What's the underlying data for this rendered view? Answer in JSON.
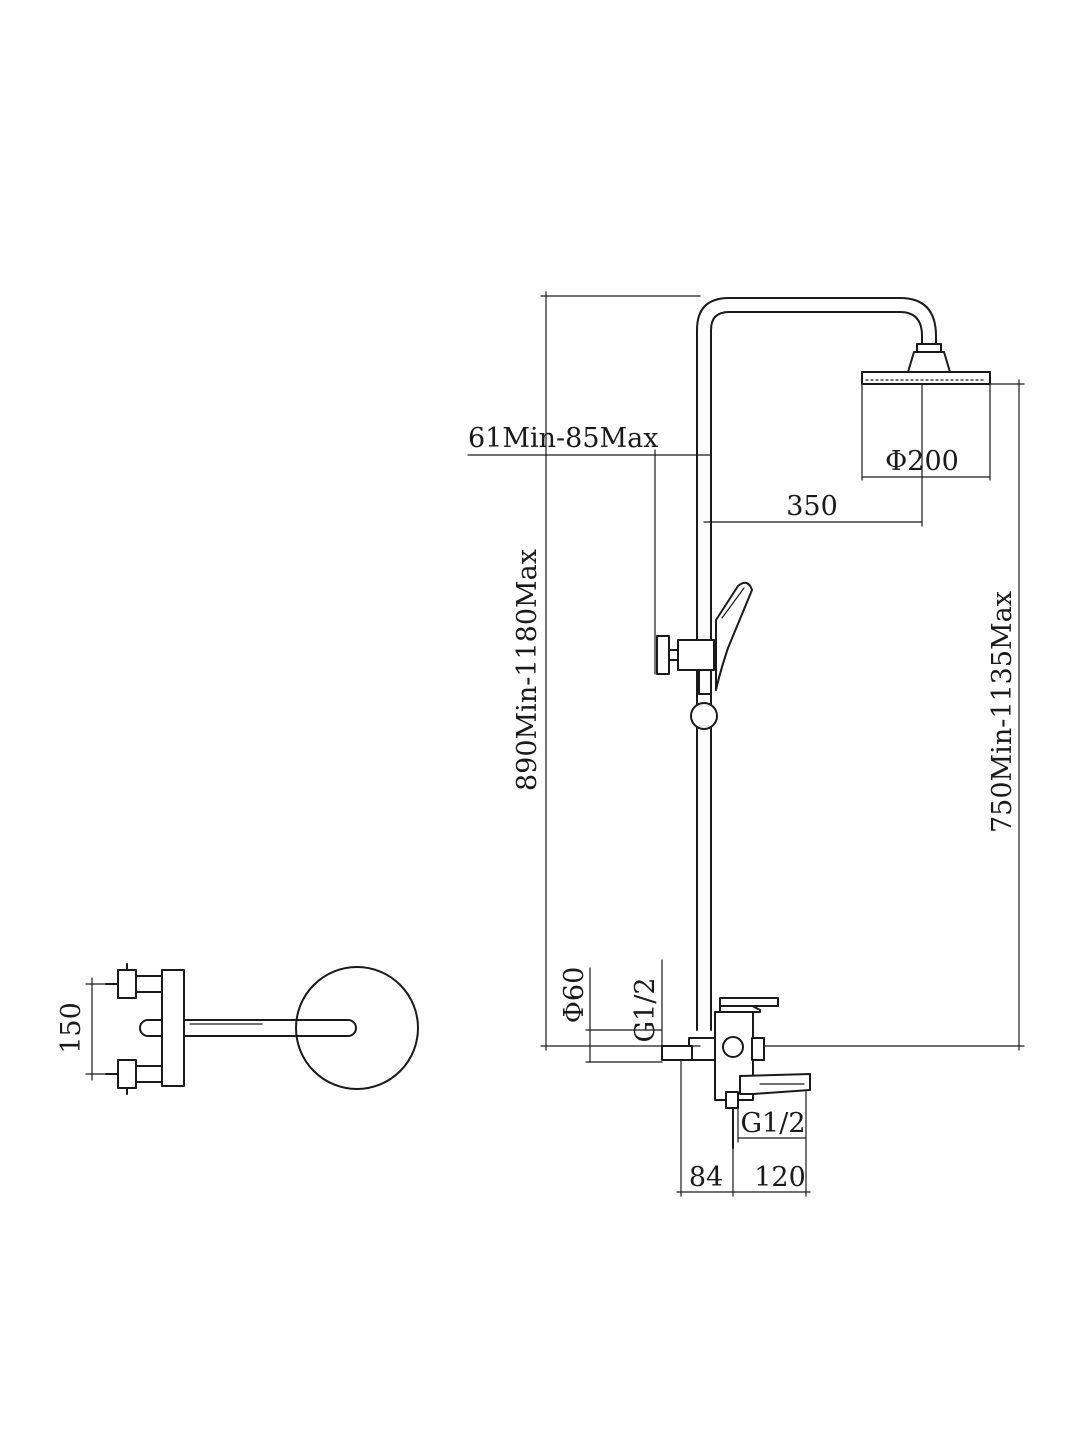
{
  "dimensions": {
    "total_height": "890Min-1180Max",
    "shower_height": "750Min-1135Max",
    "slide_offset": "61Min-85Max",
    "head_diameter": "Φ200",
    "arm_reach": "350",
    "wall_flange": "Φ60",
    "inlet_thread": "G1/2",
    "outlet_thread": "G1/2",
    "depth_body": "84",
    "spout_reach": "120",
    "inlet_spacing": "150"
  }
}
